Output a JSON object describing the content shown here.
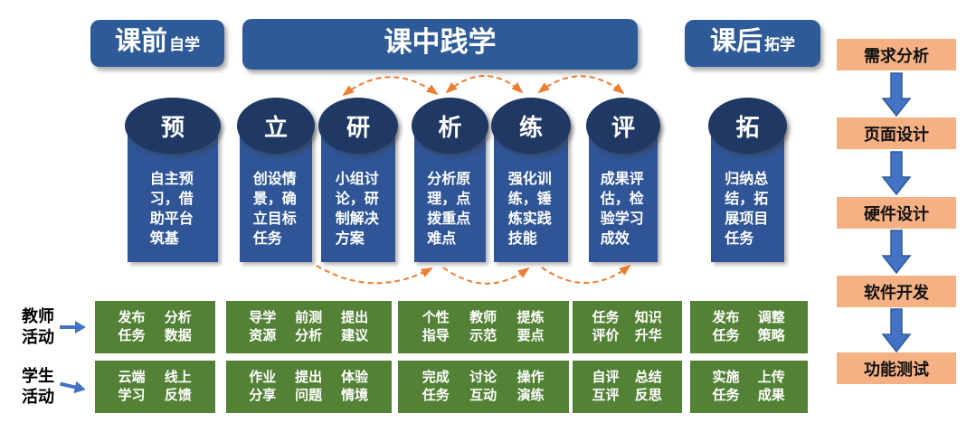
{
  "colors": {
    "navy": "#1F3864",
    "blue": "#2F5597",
    "green": "#538135",
    "orange_box": "#F5B183",
    "arc_orange": "#ED7D31",
    "arrow_blue": "#4472C4"
  },
  "headers": [
    {
      "main": "课前",
      "sub": "自学"
    },
    {
      "main": "课中践学",
      "sub": ""
    },
    {
      "main": "课后",
      "sub": "拓学"
    }
  ],
  "stages": [
    {
      "char": "预",
      "desc": "自主预习，借助平台筑基"
    },
    {
      "char": "立",
      "desc": "创设情景，确立目标任务"
    },
    {
      "char": "研",
      "desc": "小组讨论，研制解决方案"
    },
    {
      "char": "析",
      "desc": "分析原理，点拨重点难点"
    },
    {
      "char": "练",
      "desc": "强化训练，锤炼实践技能"
    },
    {
      "char": "评",
      "desc": "成果评估，检验学习成效"
    },
    {
      "char": "拓",
      "desc": "归纳总结，拓展项目任务"
    }
  ],
  "activities": {
    "rows": [
      {
        "label": "教师活动",
        "boxes": [
          [
            "发布任务",
            "分析数据"
          ],
          [
            "导学资源",
            "前测分析",
            "提出建议"
          ],
          [
            "个性指导",
            "教师示范",
            "提炼要点"
          ],
          [
            "任务评价",
            "知识升华"
          ],
          [
            "发布任务",
            "调整策略"
          ]
        ]
      },
      {
        "label": "学生活动",
        "boxes": [
          [
            "云端学习",
            "线上反馈"
          ],
          [
            "作业分享",
            "提出问题",
            "体验情境"
          ],
          [
            "完成任务",
            "讨论互动",
            "操作演练"
          ],
          [
            "自评互评",
            "总结反思"
          ],
          [
            "实施任务",
            "上传成果"
          ]
        ]
      }
    ]
  },
  "flow": {
    "steps": [
      "需求分析",
      "页面设计",
      "硬件设计",
      "软件开发",
      "功能测试"
    ]
  }
}
